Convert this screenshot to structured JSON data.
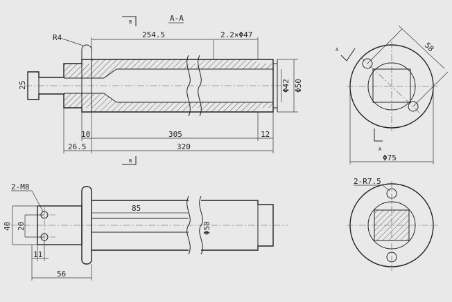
{
  "labels": {
    "section_title": "A-A",
    "section_mark_a_left": "A",
    "section_mark_a_bottom": "A",
    "view_mark_b_top": "B",
    "view_mark_b_bottom": "B"
  },
  "dimensions": {
    "r4": "R4",
    "len_254_5": "254.5",
    "groove": "2.2×Φ47",
    "d25": "25",
    "d42": "Φ42",
    "d50_top": "Φ50",
    "len_10": "10",
    "len_305": "305",
    "len_12": "12",
    "len_26_5": "26.5",
    "len_320": "320",
    "d58": "58",
    "d75": "Φ75",
    "m8": "2-M8",
    "d40": "40",
    "d20": "20",
    "len_11": "11",
    "len_56": "56",
    "len_85": "85",
    "d50_bottom": "Φ50",
    "r7_5": "2-R7.5"
  }
}
